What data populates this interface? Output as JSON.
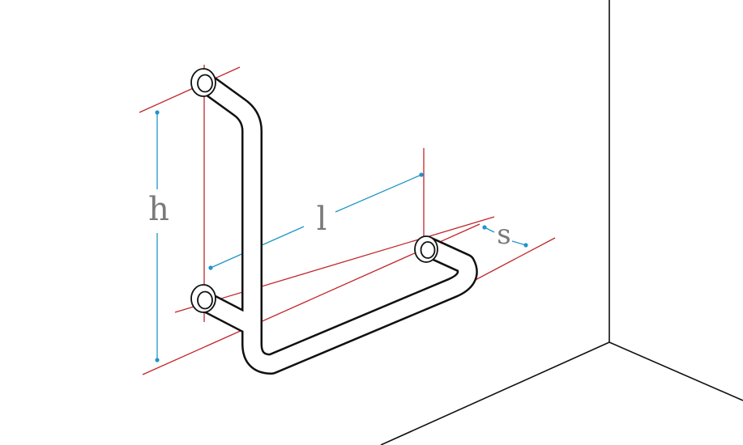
{
  "diagram": {
    "labels": {
      "height": "h",
      "length": "l",
      "standoff": "s"
    },
    "colors": {
      "outline": "#111111",
      "wall": "#111111",
      "extension_line": "#c0262b",
      "dimension_line": "#1f95c8",
      "label": "#7a7a7a",
      "background": "#ffffff"
    }
  }
}
